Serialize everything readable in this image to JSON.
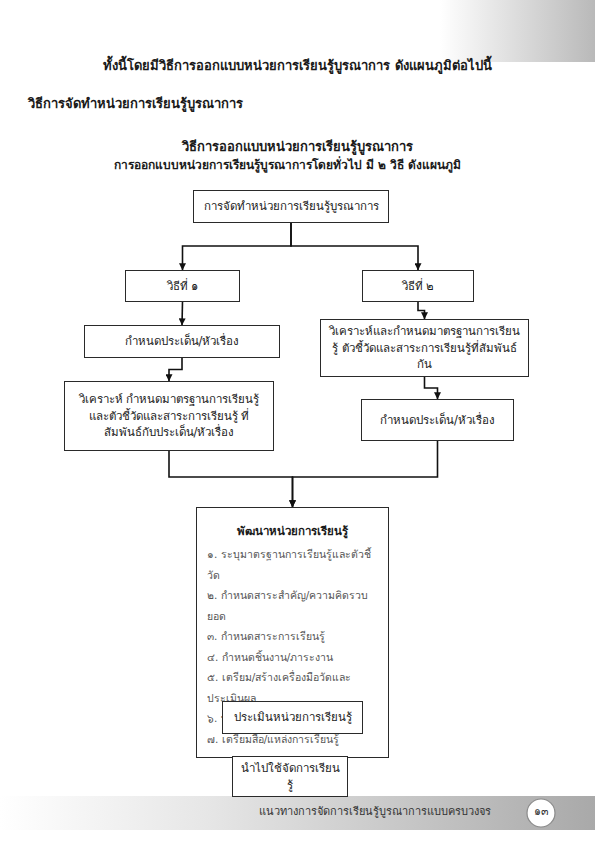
{
  "diagram": {
    "title": "วิธีการออกแบบหน่วยการเรียนรู้บูรณาการ",
    "nodes": [
      {
        "text": [
          "การจัดทำหน่วยการเรียนรู้บูรณาการ"
        ]
      },
      {
        "text": [
          "วิธีที่ ๑"
        ]
      },
      {
        "text": [
          "วิธีที่ ๒"
        ]
      },
      {
        "text": [
          "กำหนดประเด็น/หัวเรื่อง"
        ]
      },
      {
        "text": [
          "วิเคราะห์และกำหนดมาตรฐานการเรียนรู้ ตัวชี้วัดและสาระการเรียนรู้ที่สัมพันธ์กัน"
        ]
      },
      {
        "text": [
          "วิเคราะห์ กำหนดมาตรฐานการเรียนรู้ และตัวชี้วัดและสาระการเรียนรู้ ที่สัมพันธ์กับประเด็น/หัวเรื่อง"
        ]
      },
      {
        "text": [
          "กำหนดประเด็น/หัวเรื่อง"
        ]
      },
      {
        "text": [
          "พัฒนาหน่วยการเรียนรู้",
          "๑. ระบุมาตรฐานการเรียนรู้และตัวชี้วัด",
          "๒. กำหนดสาระสำคัญ/ความคิดรวบยอด",
          "๓. กำหนดสาระการเรียนรู้",
          "๔. กำหนดชิ้นงาน/ภาระงาน",
          "๕. เตรียม/สร้างเครื่องมือวัดและประเมินผล",
          "๖. พัฒนากิจกรรมการเรียนรู้",
          "๗. เตรียมสื่อ/แหล่งการเรียนรู้"
        ]
      },
      {
        "text": [
          "ประเมินหน่วยการเรียนรู้"
        ]
      },
      {
        "text": [
          "นำไปใช้จัดการเรียนรู้"
        ]
      }
    ],
    "edges": [
      {
        "from": 0,
        "to": 1,
        "arrow": "to"
      },
      {
        "from": 0,
        "to": 2,
        "arrow": "to"
      },
      {
        "from": 1,
        "to": 3,
        "arrow": "to"
      },
      {
        "from": 3,
        "to": 5,
        "arrow": "to"
      },
      {
        "from": 2,
        "to": 4,
        "arrow": "to"
      },
      {
        "from": 4,
        "to": 6,
        "arrow": "to"
      },
      {
        "from": 5,
        "to": 7,
        "arrow": "to"
      },
      {
        "from": 6,
        "to": 7,
        "arrow": "to"
      },
      {
        "from": 7,
        "to": 8,
        "arrow": "to"
      },
      {
        "from": 8,
        "to": 9,
        "arrow": "to"
      }
    ],
    "labels": [
      "ทั้งนี้โดยมีวิธีการออกแบบหน่วยการเรียนรู้บูรณาการ ดังแผนภูมิต่อไปนี้",
      "วิธีการจัดทำหน่วยการเรียนรู้บูรณาการ",
      "การออกแบบหน่วยการเรียนรู้บูรณาการโดยทั่วไป มี ๒ วิธี ดังแผนภูมิ",
      "แนวทางการจัดการเรียนรู้บูรณาการแบบครบวงจร",
      "๑๓"
    ]
  }
}
